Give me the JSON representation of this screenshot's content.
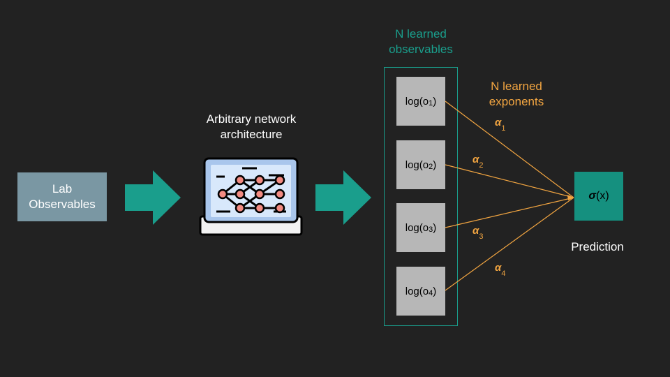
{
  "input": {
    "line1": "Lab",
    "line2": "Observables"
  },
  "network": {
    "caption_line1": "Arbitrary network",
    "caption_line2": "architecture"
  },
  "observables": {
    "title_line1": "N learned",
    "title_line2": "observables",
    "items": [
      {
        "pre": "log(o",
        "sub": "1",
        "post": ")"
      },
      {
        "pre": "log(o",
        "sub": "2",
        "post": ")"
      },
      {
        "pre": "log(o",
        "sub": "3",
        "post": ")"
      },
      {
        "pre": "log(o",
        "sub": "4",
        "post": ")"
      }
    ]
  },
  "exponents": {
    "title_line1": "N learned",
    "title_line2": "exponents",
    "symbol": "α",
    "subs": [
      "1",
      "2",
      "3",
      "4"
    ]
  },
  "output": {
    "sigma": "σ",
    "arg": "(x)",
    "label": "Prediction"
  },
  "colors": {
    "teal": "#1a9e8c",
    "orange": "#f2a541",
    "grey_box": "#b7b7b7",
    "lab_box": "#7a97a3",
    "bg": "#222222"
  }
}
